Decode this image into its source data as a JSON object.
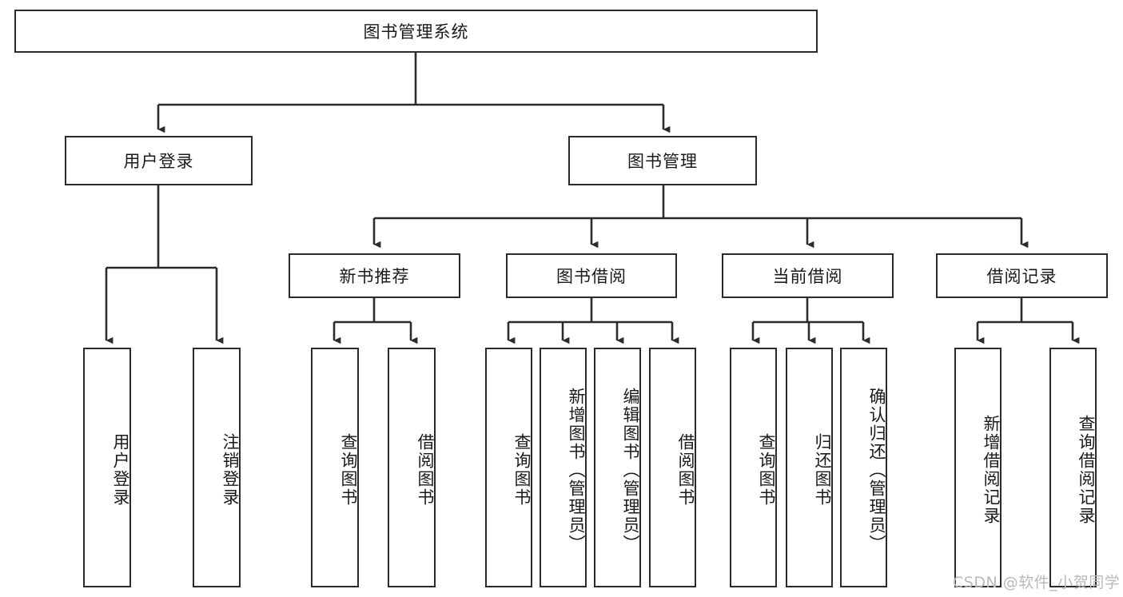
{
  "diagram": {
    "title": "图书管理系统",
    "type": "tree-hierarchy",
    "stroke_color": "#2b2b2b",
    "fill_color": "#ffffff",
    "text_color": "#1a1a1a"
  },
  "root": {
    "label": "图书管理系统"
  },
  "level1": [
    {
      "label": "用户登录"
    },
    {
      "label": "图书管理"
    }
  ],
  "level2": [
    {
      "label": "新书推荐"
    },
    {
      "label": "图书借阅"
    },
    {
      "label": "当前借阅"
    },
    {
      "label": "借阅记录"
    }
  ],
  "leaves": {
    "user_login": [
      {
        "label": "用户登录"
      },
      {
        "label": "注销登录"
      }
    ],
    "new_book_recommend": [
      {
        "label": "查询图书"
      },
      {
        "label": "借阅图书"
      }
    ],
    "book_borrow": [
      {
        "label": "查询图书"
      },
      {
        "label": "新增图书（管理员）"
      },
      {
        "label": "编辑图书（管理员）"
      },
      {
        "label": "借阅图书"
      }
    ],
    "current_borrow": [
      {
        "label": "查询图书"
      },
      {
        "label": "归还图书"
      },
      {
        "label": "确认归还（管理员）"
      }
    ],
    "borrow_record": [
      {
        "label": "新增借阅记录"
      },
      {
        "label": "查询借阅记录"
      }
    ]
  },
  "watermark": {
    "text": "CSDN @软件_小贺同学"
  }
}
